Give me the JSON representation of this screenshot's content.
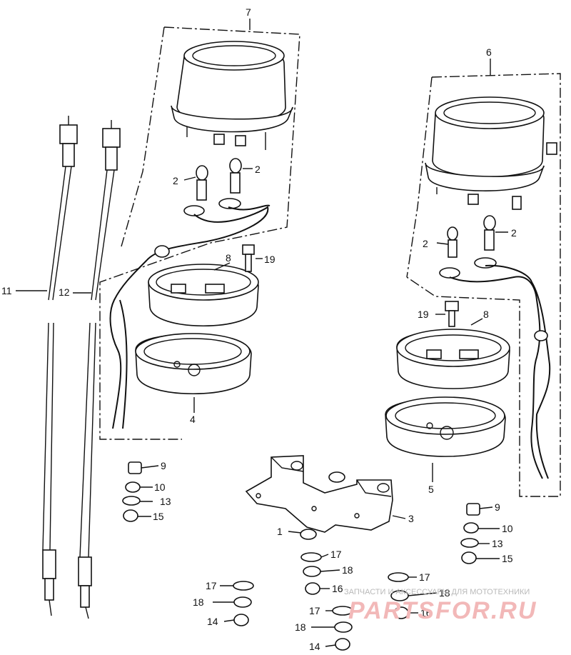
{
  "callouts": {
    "c1": "1",
    "c2a": "2",
    "c2b": "2",
    "c2c": "2",
    "c2d": "2",
    "c3": "3",
    "c4": "4",
    "c5": "5",
    "c6": "6",
    "c7": "7",
    "c8a": "8",
    "c8b": "8",
    "c9a": "9",
    "c9b": "9",
    "c10a": "10",
    "c10b": "10",
    "c11": "11",
    "c12": "12",
    "c13a": "13",
    "c13b": "13",
    "c14a": "14",
    "c14b": "14",
    "c15a": "15",
    "c15b": "15",
    "c16a": "16",
    "c16b": "16",
    "c17a": "17",
    "c17b": "17",
    "c17c": "17",
    "c17d": "17",
    "c18a": "18",
    "c18b": "18",
    "c18c": "18",
    "c18d": "18",
    "c19a": "19",
    "c19b": "19"
  },
  "watermark": {
    "caption": "ЗАПЧАСТИ И АКСЕССУАРЫ ДЛЯ МОТОТЕХНИКИ",
    "logo": "PARTSFOR.RU"
  },
  "colors": {
    "ink": "#111111",
    "watermark_text": "#b9b9b9",
    "watermark_logo": "#f2b8b8"
  }
}
